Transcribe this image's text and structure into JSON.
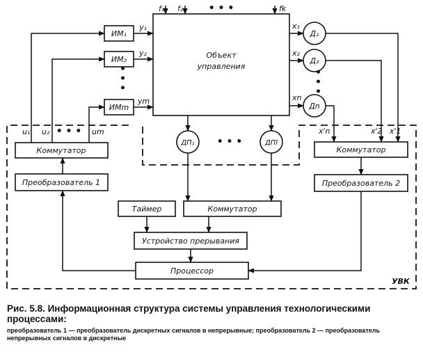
{
  "diagram": {
    "actuators": [
      "ИМ₁",
      "ИМ₂",
      "ИМm"
    ],
    "actuator_outputs": [
      "y₁",
      "y₂",
      "ym"
    ],
    "control_inputs": [
      "u₁",
      "u₂",
      "um"
    ],
    "disturbances": [
      "f₁",
      "f₂",
      "fk"
    ],
    "object_label_line1": "Объект",
    "object_label_line2": "управления",
    "object_outputs": [
      "x₁",
      "x₂",
      "xn"
    ],
    "sensors": [
      "Д₁",
      "Д₂",
      "Дn"
    ],
    "converted_signals": [
      "x'n",
      "x'2",
      "x'1"
    ],
    "discrete_sensors": [
      "ДП₁",
      "ДПl"
    ],
    "switch_left": "Коммутатор",
    "converter_1": "Преобразователь 1",
    "switch_right": "Коммутатор",
    "converter_2": "Преобразователь 2",
    "timer": "Таймер",
    "switch_center": "Коммутатор",
    "interrupt_unit": "Устройство прерывания",
    "processor": "Процессор",
    "system_label": "УВК",
    "ellipsis": "• • •"
  },
  "caption": {
    "title": "Рис. 5.8. Информационная структура системы управления технологическими процессами:",
    "text": "преобразователь 1 — преобразователь дискретных сигналов в непрерывные; преобразователь 2 — преобразователь непрерывных сигналов в дискретные"
  }
}
